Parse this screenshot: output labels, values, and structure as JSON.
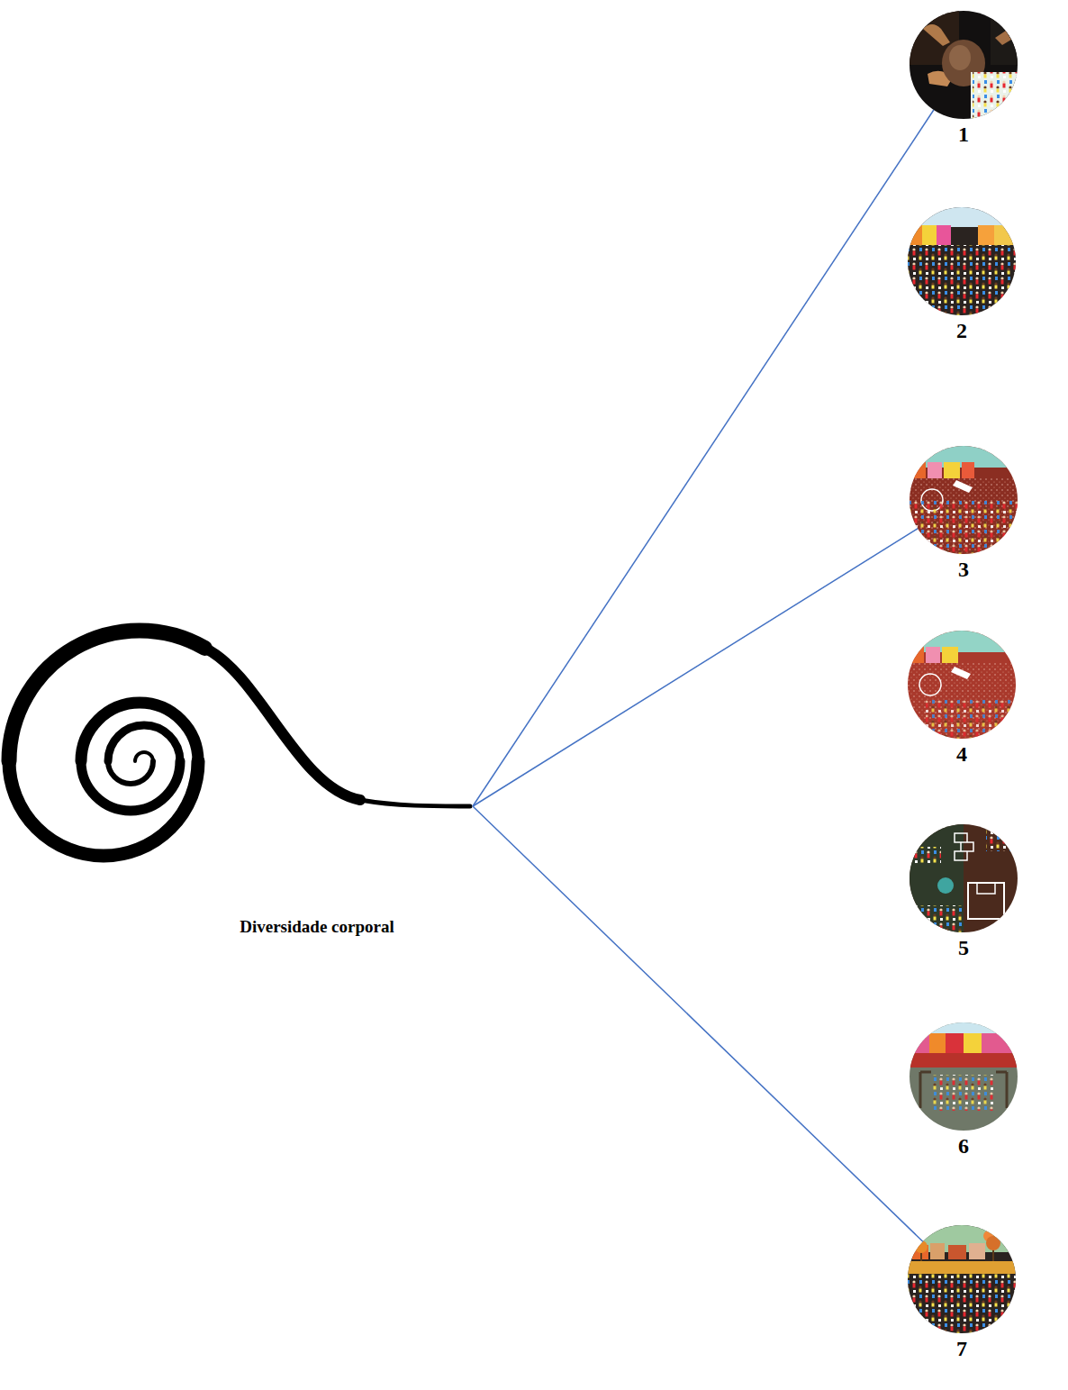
{
  "diagram": {
    "nodes": [
      {
        "text": [
          "Diversidade corporal"
        ]
      },
      {
        "text": [
          "1"
        ]
      },
      {
        "text": [
          "2"
        ]
      },
      {
        "text": [
          "3"
        ]
      },
      {
        "text": [
          "4"
        ]
      },
      {
        "text": [
          "5"
        ]
      },
      {
        "text": [
          "6"
        ]
      },
      {
        "text": [
          "7"
        ]
      }
    ],
    "edges": [
      {
        "from": 0,
        "to": 1,
        "arrow": "none"
      },
      {
        "from": 0,
        "to": 3,
        "arrow": "none"
      },
      {
        "from": 0,
        "to": 7,
        "arrow": "none"
      }
    ]
  }
}
